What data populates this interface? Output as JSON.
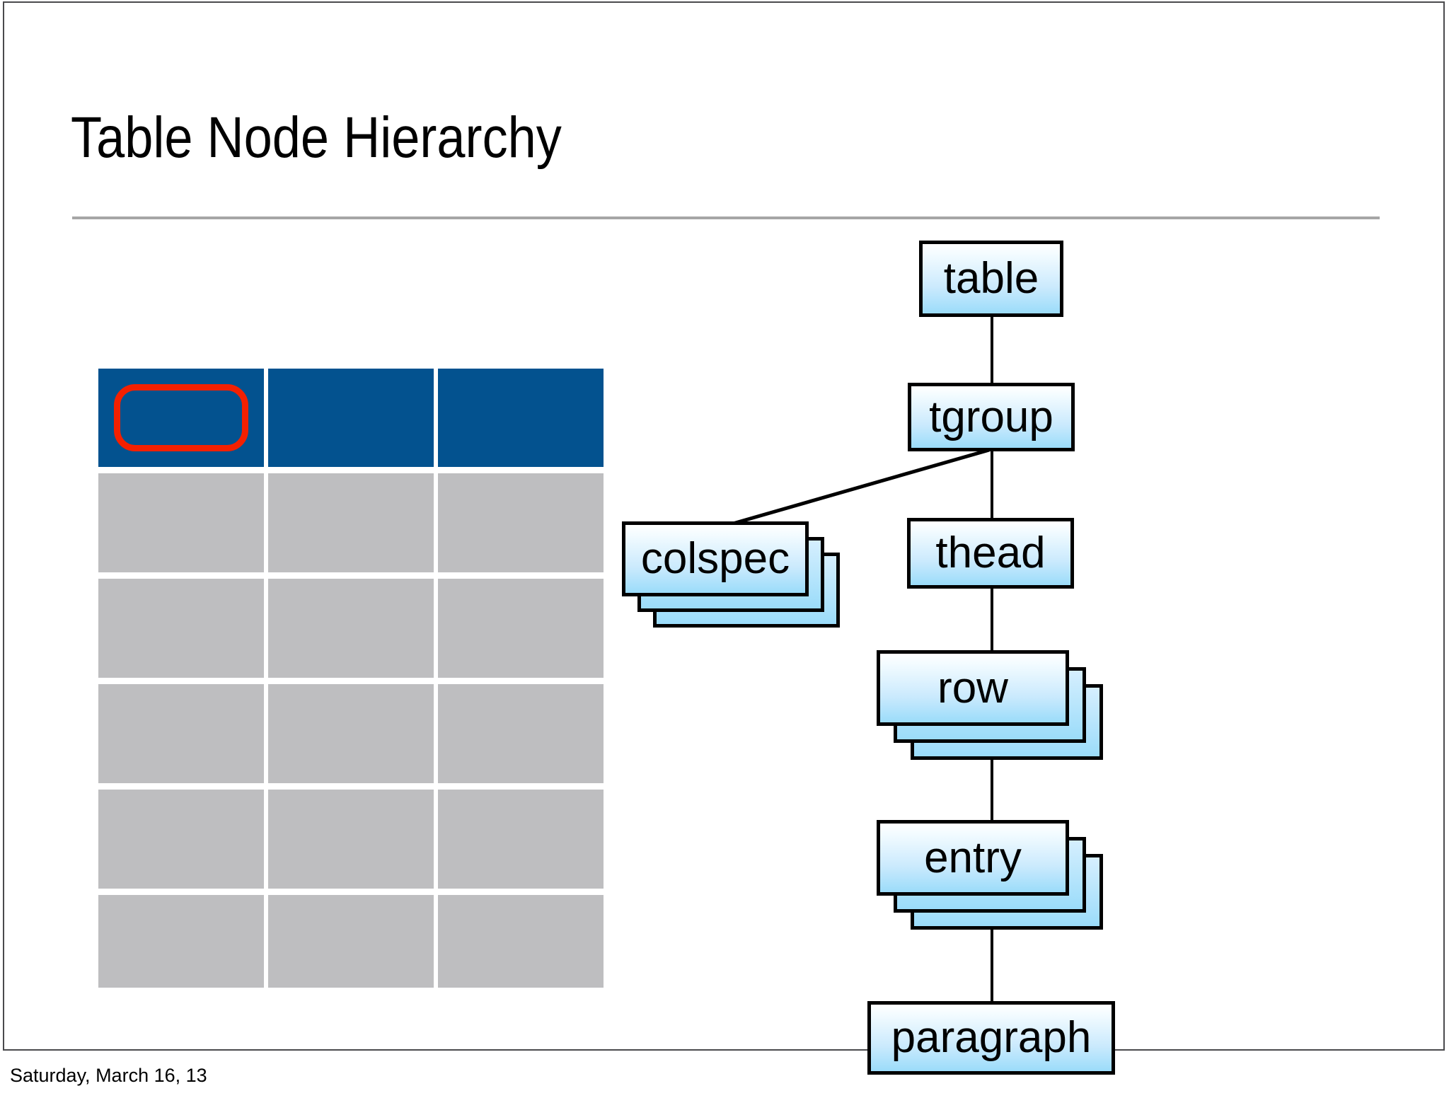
{
  "slide": {
    "title": "Table Node Hierarchy",
    "footer_date": "Saturday, March 16, 13",
    "accent_rule_color": "#a6a6a6",
    "border_color": "#4a4a4d"
  },
  "table_graphic": {
    "header_color": "#03528F",
    "body_color": "#BEBEC0",
    "highlight_color": "#F42000",
    "columns": 3,
    "rows": 6,
    "header_row_index": 0,
    "highlighted_cell": {
      "row": 0,
      "column": 0
    }
  },
  "diagram": {
    "type": "tree",
    "node_fill_top": "#ffffff",
    "node_fill_bottom": "#9BDCFA",
    "node_border_color": "#000000",
    "nodes": [
      {
        "id": "table",
        "label": "table",
        "stacked": false
      },
      {
        "id": "tgroup",
        "label": "tgroup",
        "stacked": false
      },
      {
        "id": "colspec",
        "label": "colspec",
        "stacked": true,
        "stack_count": 3
      },
      {
        "id": "thead",
        "label": "thead",
        "stacked": false
      },
      {
        "id": "row",
        "label": "row",
        "stacked": true,
        "stack_count": 3
      },
      {
        "id": "entry",
        "label": "entry",
        "stacked": true,
        "stack_count": 3
      },
      {
        "id": "paragraph",
        "label": "paragraph",
        "stacked": false
      }
    ],
    "edges": [
      {
        "from": "table",
        "to": "tgroup"
      },
      {
        "from": "tgroup",
        "to": "colspec"
      },
      {
        "from": "tgroup",
        "to": "thead"
      },
      {
        "from": "thead",
        "to": "row"
      },
      {
        "from": "row",
        "to": "entry"
      },
      {
        "from": "entry",
        "to": "paragraph"
      }
    ]
  }
}
